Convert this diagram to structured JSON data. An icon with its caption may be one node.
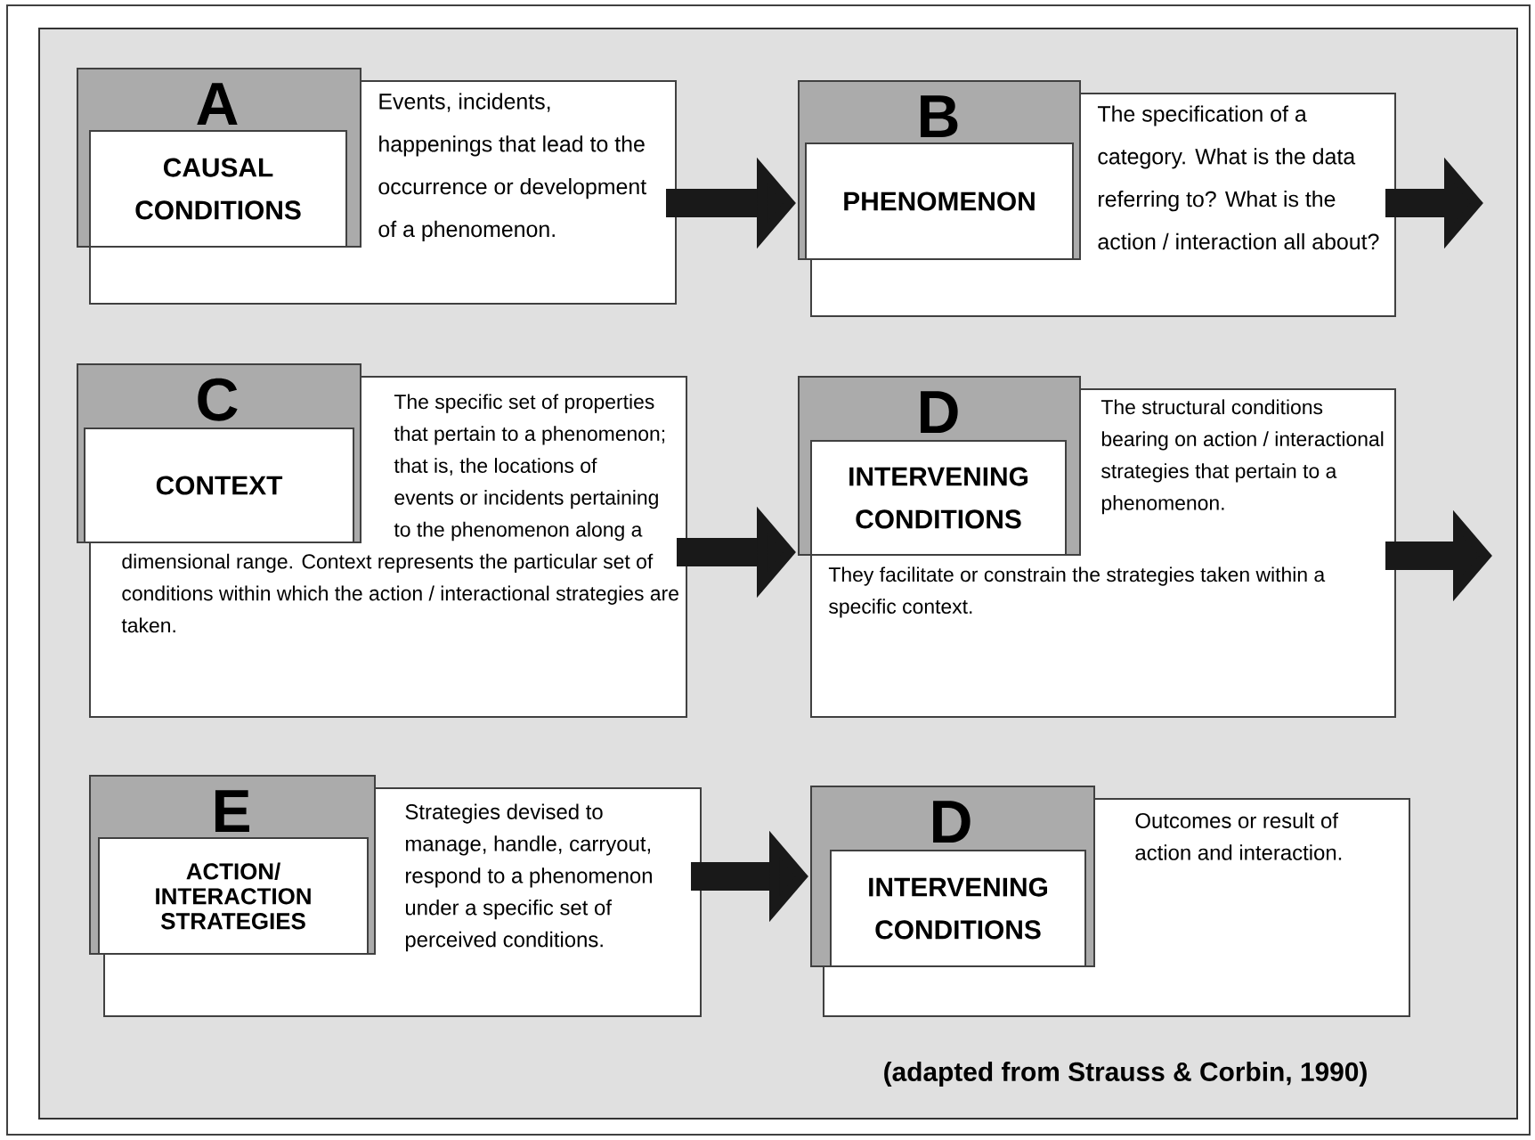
{
  "diagram": {
    "caption": "(adapted from Strauss & Corbin, 1990)",
    "nodes": [
      {
        "text": [
          "A"
        ]
      },
      {
        "text": [
          "CAUSAL CONDITIONS"
        ],
        "in": 0
      },
      {
        "text": [
          "Events, incidents, happenings that lead to the occurrence or development of a phenomenon."
        ]
      },
      {
        "text": [
          "B"
        ]
      },
      {
        "text": [
          "PHENOMENON"
        ],
        "in": 3
      },
      {
        "text": [
          "The specification of a category.  What is the data referring to? What is the action / interaction all about?"
        ]
      },
      {
        "text": [
          "C"
        ]
      },
      {
        "text": [
          "CONTEXT"
        ],
        "in": 6
      },
      {
        "text": [
          "The specific set of properties that pertain to a phenomenon; that is, the locations of events or incidents pertaining to the phenomenon along a dimensional range.  Context represents the particular set of conditions within which the action / interactional strategies are taken."
        ]
      },
      {
        "text": [
          "D"
        ]
      },
      {
        "text": [
          "INTERVENING CONDITIONS"
        ],
        "in": 9
      },
      {
        "text": [
          "The structural conditions bearing on action / interactional strategies that pertain to a phenomenon.",
          "They facilitate or constrain the strategies taken within a specific context."
        ]
      },
      {
        "text": [
          "E"
        ]
      },
      {
        "text": [
          "ACTION/ INTERACTION STRATEGIES"
        ],
        "in": 12
      },
      {
        "text": [
          "Strategies devised to manage, handle, carryout, respond to a phenomenon under a specific set of perceived conditions."
        ]
      },
      {
        "text": [
          "D"
        ]
      },
      {
        "text": [
          "INTERVENING CONDITIONS"
        ],
        "in": 15
      },
      {
        "text": [
          "Outcomes or result of action and interaction."
        ]
      }
    ],
    "edges": [
      {
        "from": 2,
        "to": 3,
        "arrow": "to"
      },
      {
        "from": 5,
        "to": null,
        "arrow": "to"
      },
      {
        "from": 8,
        "to": 9,
        "arrow": "to"
      },
      {
        "from": 11,
        "to": null,
        "arrow": "to"
      },
      {
        "from": 14,
        "to": 15,
        "arrow": "to"
      }
    ]
  }
}
